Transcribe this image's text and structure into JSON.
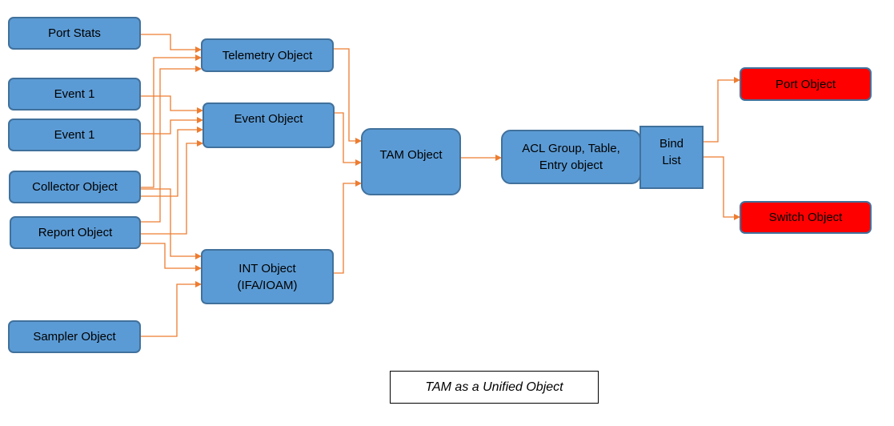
{
  "diagram": {
    "colors": {
      "box_fill": "#5b9bd5",
      "box_border": "#41719c",
      "target_fill": "#ff0000",
      "connector": "#ed7d31"
    },
    "sources": {
      "port_stats": "Port Stats",
      "event_1a": "Event 1",
      "event_1b": "Event 1",
      "collector": "Collector Object",
      "report": "Report Object",
      "sampler": "Sampler Object"
    },
    "objects": {
      "telemetry": "Telemetry Object",
      "event": "Event Object",
      "int_line1": "INT Object",
      "int_line2": "(IFA/IOAM)",
      "tam": "TAM Object",
      "acl_line1": "ACL Group, Table,",
      "acl_line2": "Entry object",
      "bind_line1": "Bind",
      "bind_line2": "List"
    },
    "targets": {
      "port": "Port Object",
      "switch": "Switch Object"
    },
    "caption": "TAM as a Unified Object"
  }
}
